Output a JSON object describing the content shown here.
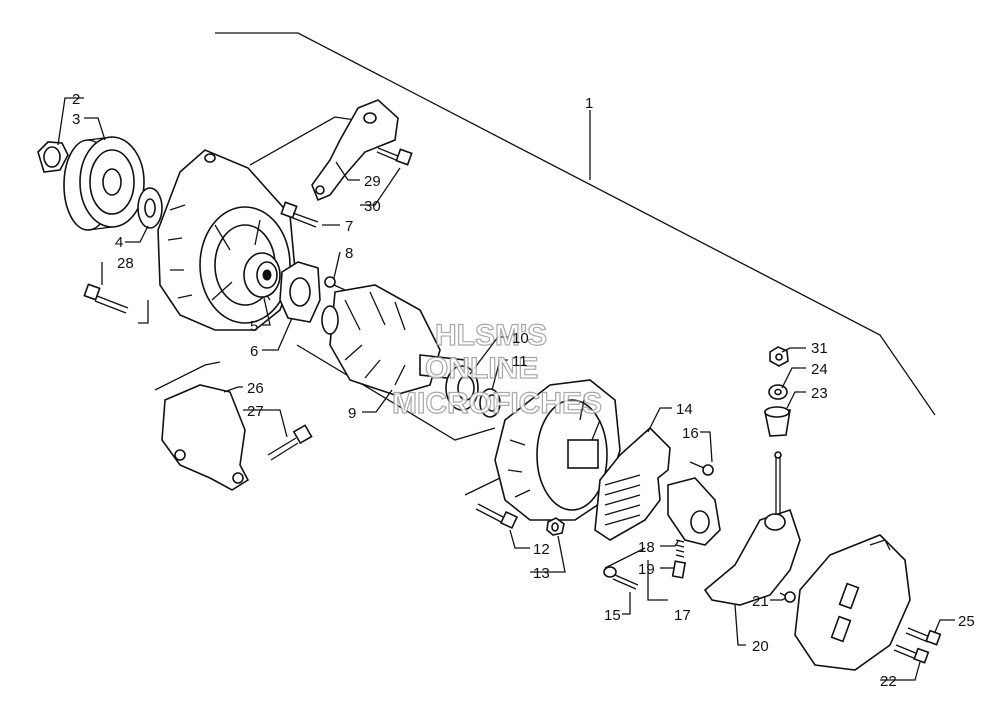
{
  "watermark": [
    "HLSM'S",
    "ONLINE",
    "MICROFICHES"
  ],
  "callouts": [
    "1",
    "2",
    "3",
    "4",
    "5",
    "6",
    "7",
    "8",
    "9",
    "10",
    "11",
    "12",
    "13",
    "14",
    "15",
    "16",
    "17",
    "18",
    "19",
    "20",
    "21",
    "22",
    "23",
    "24",
    "25",
    "26",
    "27",
    "28",
    "29",
    "30",
    "31"
  ],
  "colors": {
    "line": "#111111",
    "background": "#ffffff",
    "watermark": "#9a9a9a"
  }
}
